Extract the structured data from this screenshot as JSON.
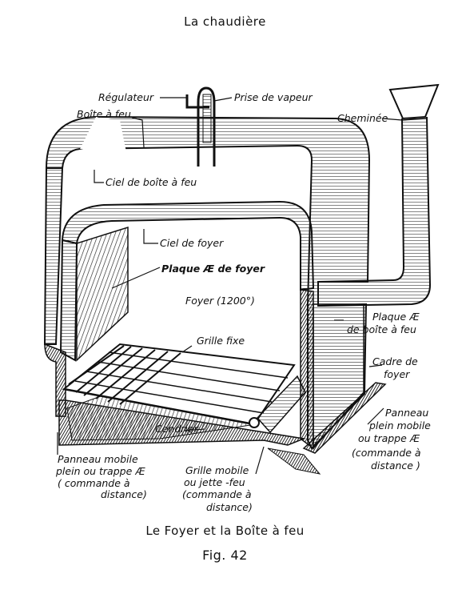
{
  "title": "La chaudière",
  "caption": "Le Foyer et la Boîte à feu",
  "figure_number": "Fig. 42",
  "labels": {
    "regulateur": "Régulateur",
    "prise_vapeur": "Prise de vapeur",
    "boite_a_feu": "Boîte à feu",
    "cheminee": "Cheminée",
    "ciel_boite": "Ciel de boîte à feu",
    "ciel_foyer": "Ciel de foyer",
    "plaque_ar": "Plaque Æ de foyer",
    "foyer": "Foyer (1200°)",
    "plaque_av_1": "Plaque Æ",
    "plaque_av_2": "de boîte à feu",
    "grille_fixe": "Grille fixe",
    "cadre_1": "Cadre de",
    "cadre_2": "foyer",
    "cendrier": "Cendrier",
    "panneau_av_1": "Panneau",
    "panneau_av_2": "plein mobile",
    "panneau_av_3": "ou trappe Æ",
    "panneau_av_4": "(commande à",
    "panneau_av_5": "distance )",
    "panneau_ar_1": "Panneau mobile",
    "panneau_ar_2": "plein ou trappe Æ",
    "panneau_ar_3": "( commande à",
    "panneau_ar_4": "distance)",
    "grille_mobile_1": "Grille mobile",
    "grille_mobile_2": "ou jette -feu",
    "grille_mobile_3": "(commande à",
    "grille_mobile_4": "distance)"
  }
}
